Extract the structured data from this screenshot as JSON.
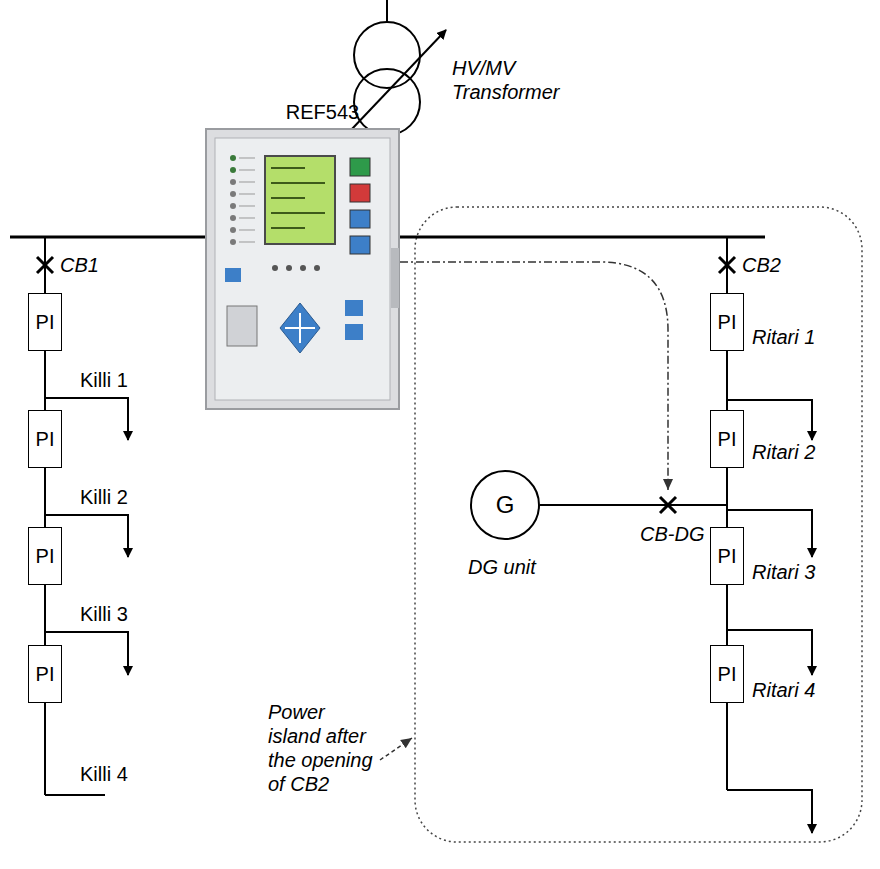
{
  "diagram": {
    "nodes": [
      {
        "text": [
          "PI"
        ]
      },
      {
        "text": [
          "PI"
        ]
      },
      {
        "text": [
          "PI"
        ]
      },
      {
        "text": [
          "PI"
        ]
      },
      {
        "text": [
          "REF543"
        ]
      },
      {
        "text": [
          "PI"
        ]
      },
      {
        "text": [
          "PI"
        ]
      },
      {
        "text": [
          "PI"
        ]
      },
      {
        "text": [
          "PI"
        ]
      },
      {
        "text": [
          "G"
        ]
      }
    ],
    "edges": [
      {
        "from": 0,
        "to": 1,
        "arrow": "none"
      },
      {
        "from": 1,
        "to": 2,
        "arrow": "none"
      },
      {
        "from": 2,
        "to": 3,
        "arrow": "none"
      },
      {
        "from": 5,
        "to": 6,
        "arrow": "none"
      },
      {
        "from": 6,
        "to": 7,
        "arrow": "none"
      },
      {
        "from": 7,
        "to": 8,
        "arrow": "none"
      }
    ],
    "labels": [
      "HV/MV Transformer",
      "CB1",
      "CB2",
      "Killi 1",
      "Ritari 1",
      "Killi 2",
      "Ritari 2",
      "CB-DG",
      "DG unit",
      "Killi 3",
      "Ritari 3",
      "Killi 4",
      "Ritari 4",
      "Power island after the opening of CB2"
    ]
  }
}
